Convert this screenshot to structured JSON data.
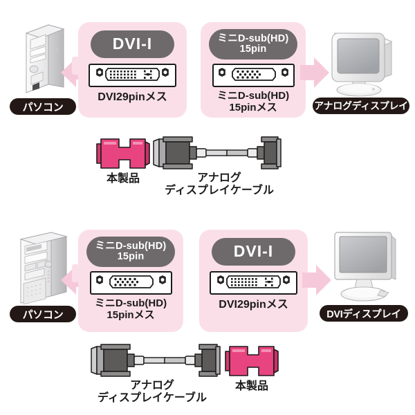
{
  "diagram": {
    "title": "DVI / analog display adapter connection diagram",
    "colors": {
      "panel_pink": "#fadfe9",
      "arrow_pink": "#f6c9da",
      "badge_grey": "#6e6a6b",
      "pill_black": "#231815",
      "product_pink": "#e8447f",
      "connector_grey": "#585454",
      "outline": "#1a1a1a"
    }
  },
  "rows": [
    {
      "id": "row-top",
      "source_device": {
        "icon": "desktop-pc-icon",
        "label": "パソコン"
      },
      "target_device": {
        "icon": "crt-monitor-icon",
        "label": "アナログディスプレイ"
      },
      "panels": [
        {
          "id": "panel-top-left",
          "badge": "DVI-I",
          "badge_lines": [
            "DVI-I"
          ],
          "connector": "dvi-29pin-connector",
          "caption": "DVI29pinメス"
        },
        {
          "id": "panel-top-right",
          "badge": "ミニD-sub(HD) 15pin",
          "badge_lines": [
            "ミニD-sub(HD)",
            "15pin"
          ],
          "connector": "vga-15pin-connector",
          "caption": "ミニD-sub(HD)\n15pinメス"
        }
      ],
      "hardware": [
        {
          "id": "product-adapter-top",
          "type": "dvi-adapter",
          "label": "本製品"
        },
        {
          "id": "analog-cable-top",
          "type": "analog-cable",
          "label": "アナログ\nディスプレイケーブル"
        }
      ]
    },
    {
      "id": "row-bottom",
      "source_device": {
        "icon": "tower-pc-icon",
        "label": "パソコン"
      },
      "target_device": {
        "icon": "lcd-monitor-icon",
        "label": "DVIディスプレイ"
      },
      "panels": [
        {
          "id": "panel-bottom-left",
          "badge": "ミニD-sub(HD) 15pin",
          "badge_lines": [
            "ミニD-sub(HD)",
            "15pin"
          ],
          "connector": "vga-15pin-connector",
          "caption": "ミニD-sub(HD)\n15pinメス"
        },
        {
          "id": "panel-bottom-right",
          "badge": "DVI-I",
          "badge_lines": [
            "DVI-I"
          ],
          "connector": "dvi-29pin-connector",
          "caption": "DVI29pinメス"
        }
      ],
      "hardware": [
        {
          "id": "analog-cable-bottom",
          "type": "analog-cable",
          "label": "アナログ\nディスプレイケーブル"
        },
        {
          "id": "product-adapter-bottom",
          "type": "dvi-adapter",
          "label": "本製品"
        }
      ]
    }
  ]
}
